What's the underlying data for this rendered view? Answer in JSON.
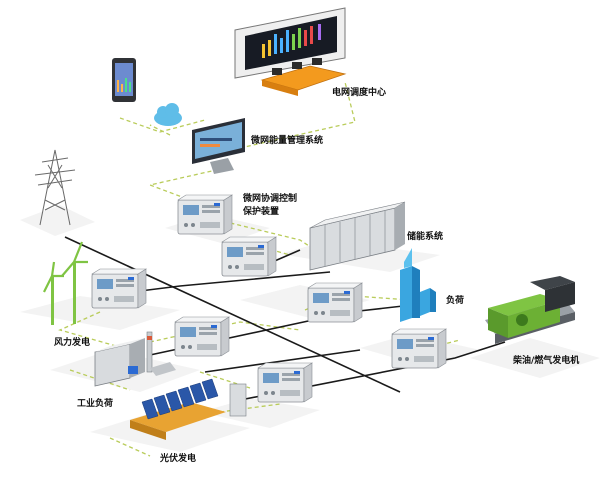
{
  "labels": {
    "dispatch_center": "电网调度中心",
    "ems": "微网能量管理系统",
    "controller_line1": "微网协调控制",
    "controller_line2": "保护装置",
    "storage": "储能系统",
    "load": "负荷",
    "wind": "风力发电",
    "industrial": "工业负荷",
    "pv": "光伏发电",
    "generator": "柴油/燃气发电机"
  },
  "colors": {
    "ems_link": "#b9cc5a",
    "power_bus": "#1a1a1a",
    "ground_pad": "#f3f3f3",
    "device_body": "#e6e8ea",
    "screen_blue": "#6d9bc7",
    "dispatch_desk": "#f39a1e",
    "generator_green": "#7fc443",
    "building_blue": "#3aa6e0",
    "pv_panel": "#2a57a8",
    "pv_frame": "#e8a332"
  }
}
